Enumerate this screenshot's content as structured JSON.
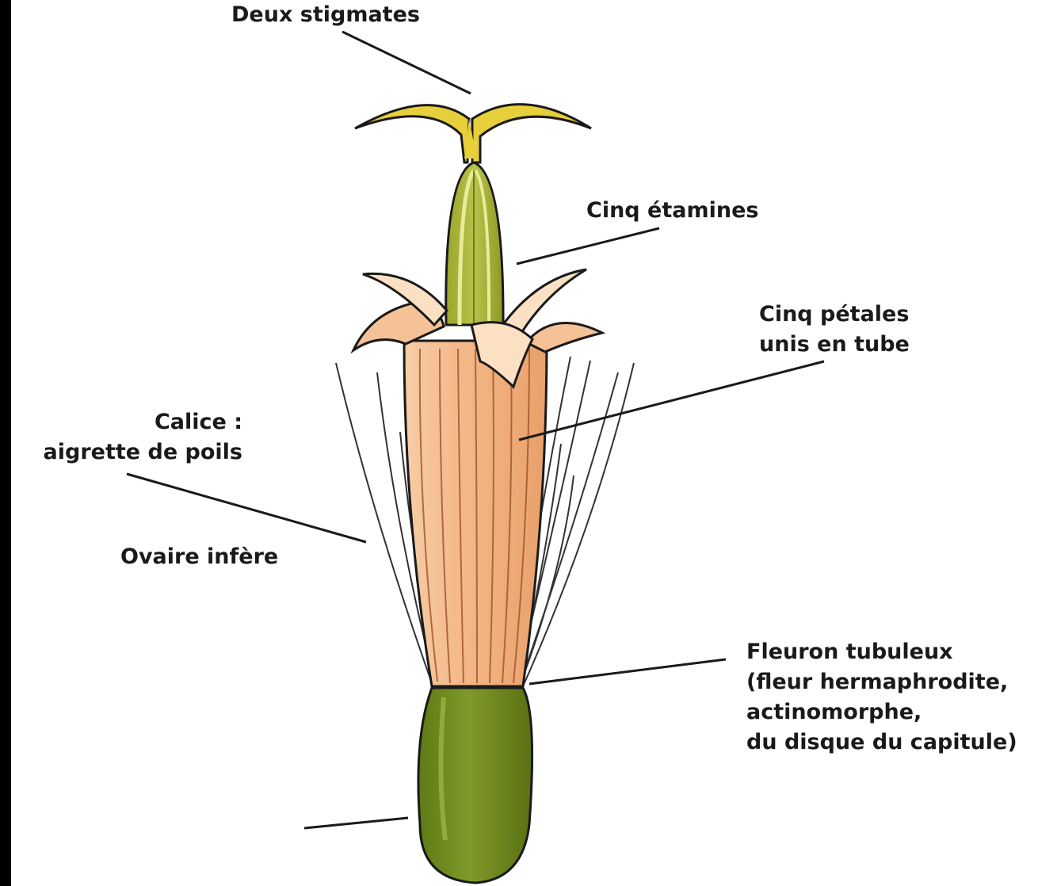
{
  "labels": {
    "stigmates": "Deux stigmates",
    "etamines": "Cinq étamines",
    "petales": [
      "Cinq pétales",
      "unis en tube"
    ],
    "calice": [
      "Calice :",
      "aigrette de poils"
    ],
    "fleuron": [
      "Fleuron tubuleux",
      "(fleur hermaphrodite,",
      "actinomorphe,",
      "du disque du capitule)"
    ],
    "ovaire": "Ovaire infère"
  },
  "colors": {
    "background": "#ffffff",
    "frame": "#000000",
    "stigma": "#e6cf3a",
    "stamen": "#a9b43a",
    "petal_tube": "#f2b98b",
    "petal_light": "#fbe0c4",
    "ovary": "#6f8a1c",
    "hairs": "#333333",
    "leader_lines": "#1a1a1a"
  }
}
